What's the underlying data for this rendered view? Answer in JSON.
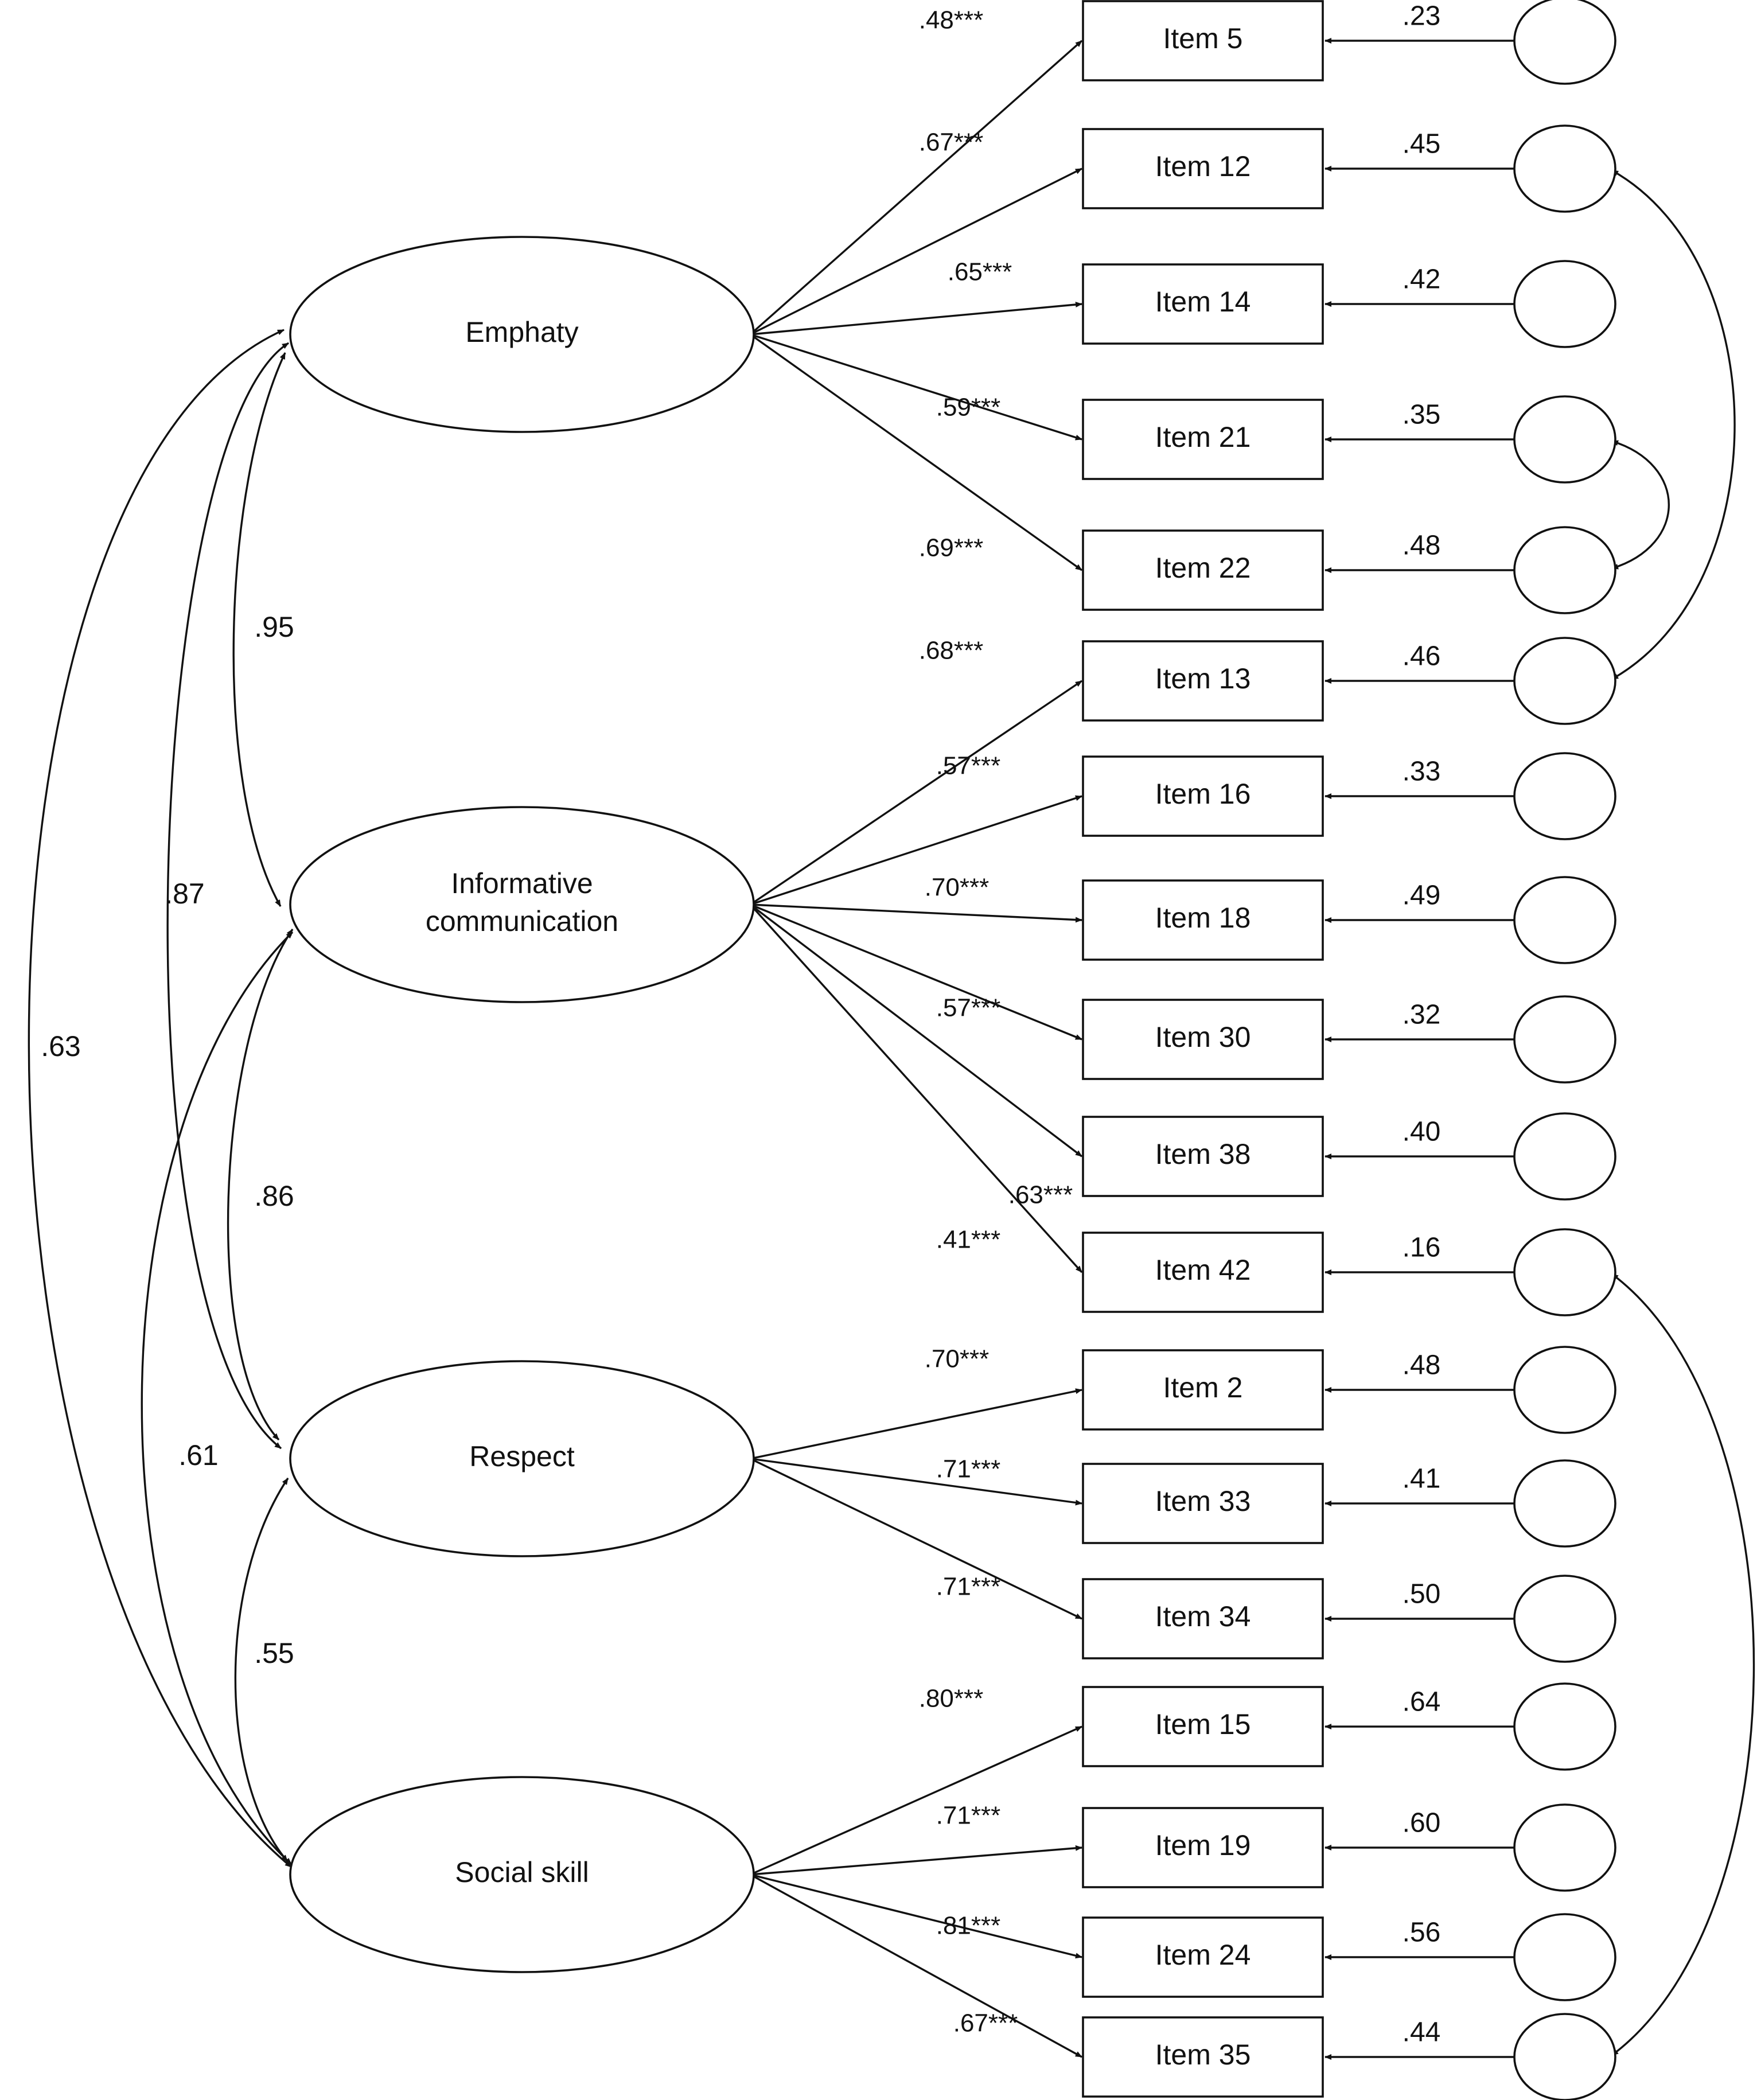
{
  "factors": [
    {
      "id": "emphaty",
      "lines": [
        "Emphaty"
      ]
    },
    {
      "id": "informative",
      "lines": [
        "Informative",
        "communication"
      ]
    },
    {
      "id": "respect",
      "lines": [
        "Respect"
      ]
    },
    {
      "id": "social",
      "lines": [
        "Social skill"
      ]
    }
  ],
  "items": [
    {
      "label": "Item 5",
      "factor": "emphaty",
      "loading": ".48***",
      "error_value": ".23"
    },
    {
      "label": "Item 12",
      "factor": "emphaty",
      "loading": ".67***",
      "error_value": ".45"
    },
    {
      "label": "Item 14",
      "factor": "emphaty",
      "loading": ".65***",
      "error_value": ".42"
    },
    {
      "label": "Item 21",
      "factor": "emphaty",
      "loading": ".59***",
      "error_value": ".35"
    },
    {
      "label": "Item 22",
      "factor": "emphaty",
      "loading": ".69***",
      "error_value": ".48"
    },
    {
      "label": "Item 13",
      "factor": "informative",
      "loading": ".68***",
      "error_value": ".46"
    },
    {
      "label": "Item 16",
      "factor": "informative",
      "loading": ".57***",
      "error_value": ".33"
    },
    {
      "label": "Item 18",
      "factor": "informative",
      "loading": ".70***",
      "error_value": ".49"
    },
    {
      "label": "Item 30",
      "factor": "informative",
      "loading": ".57***",
      "error_value": ".32"
    },
    {
      "label": "Item 38",
      "factor": "informative",
      "loading": ".63***",
      "error_value": ".40"
    },
    {
      "label": "Item 42",
      "factor": "informative",
      "loading": ".41***",
      "error_value": ".16"
    },
    {
      "label": "Item 2",
      "factor": "respect",
      "loading": ".70***",
      "error_value": ".48"
    },
    {
      "label": "Item 33",
      "factor": "respect",
      "loading": ".71***",
      "error_value": ".41"
    },
    {
      "label": "Item 34",
      "factor": "respect",
      "loading": ".71***",
      "error_value": ".50"
    },
    {
      "label": "Item 15",
      "factor": "social",
      "loading": ".80***",
      "error_value": ".64"
    },
    {
      "label": "Item 19",
      "factor": "social",
      "loading": ".71***",
      "error_value": ".60"
    },
    {
      "label": "Item 24",
      "factor": "social",
      "loading": ".81***",
      "error_value": ".56"
    },
    {
      "label": "Item 35",
      "factor": "social",
      "loading": ".67***",
      "error_value": ".44"
    }
  ],
  "factor_correlations": [
    {
      "from": "emphaty",
      "to": "informative",
      "value": ".95"
    },
    {
      "from": "emphaty",
      "to": "respect",
      "value": ".87"
    },
    {
      "from": "emphaty",
      "to": "social",
      "value": ".63"
    },
    {
      "from": "informative",
      "to": "respect",
      "value": ".86"
    },
    {
      "from": "informative",
      "to": "social",
      "value": ".61"
    },
    {
      "from": "respect",
      "to": "social",
      "value": ".55"
    }
  ],
  "error_covariances": [
    {
      "from": "Item 12",
      "to": "Item 13"
    },
    {
      "from": "Item 21",
      "to": "Item 22"
    },
    {
      "from": "Item 42",
      "to": "Item 35"
    }
  ]
}
